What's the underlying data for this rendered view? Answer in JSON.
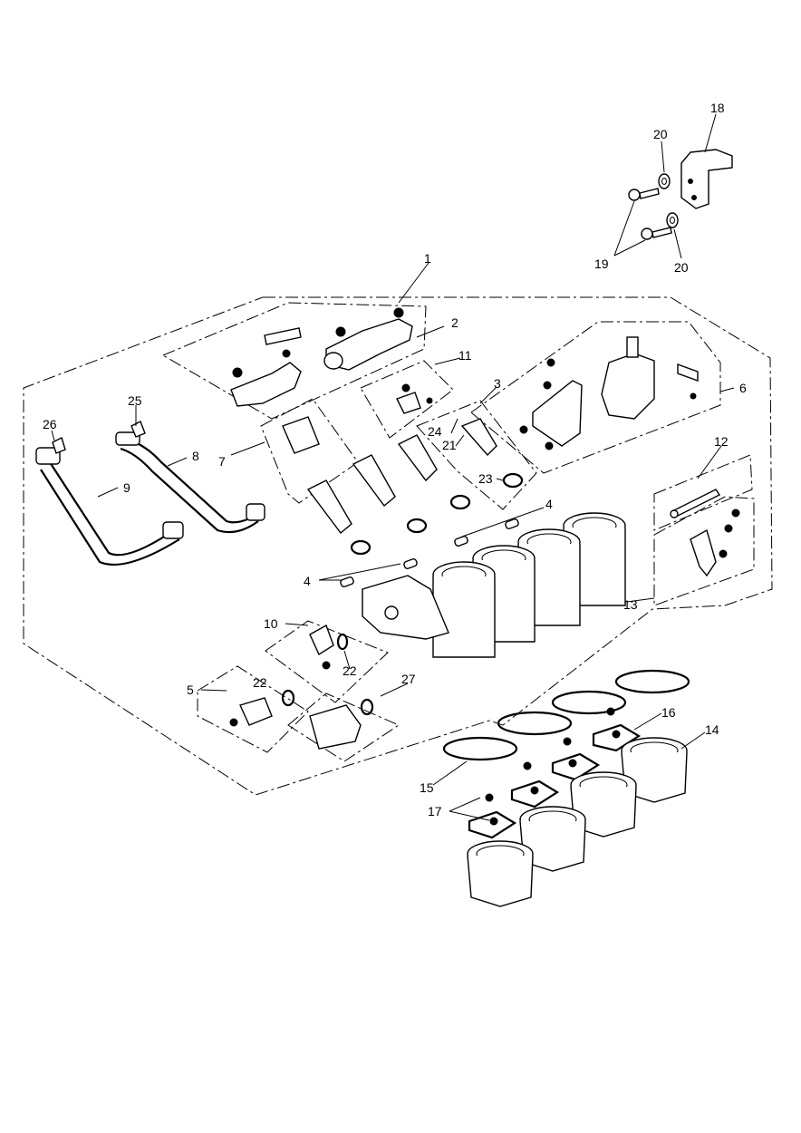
{
  "labels": {
    "l1": "1",
    "l2": "2",
    "l3": "3",
    "l4a": "4",
    "l4b": "4",
    "l5": "5",
    "l6": "6",
    "l7": "7",
    "l8": "8",
    "l9": "9",
    "l10": "10",
    "l11": "11",
    "l12": "12",
    "l13": "13",
    "l14": "14",
    "l15": "15",
    "l16": "16",
    "l17": "17",
    "l18": "18",
    "l19": "19",
    "l20a": "20",
    "l20b": "20",
    "l21": "21",
    "l22a": "22",
    "l22b": "22",
    "l23": "23",
    "l24": "24",
    "l25": "25",
    "l26": "26",
    "l27": "27"
  }
}
